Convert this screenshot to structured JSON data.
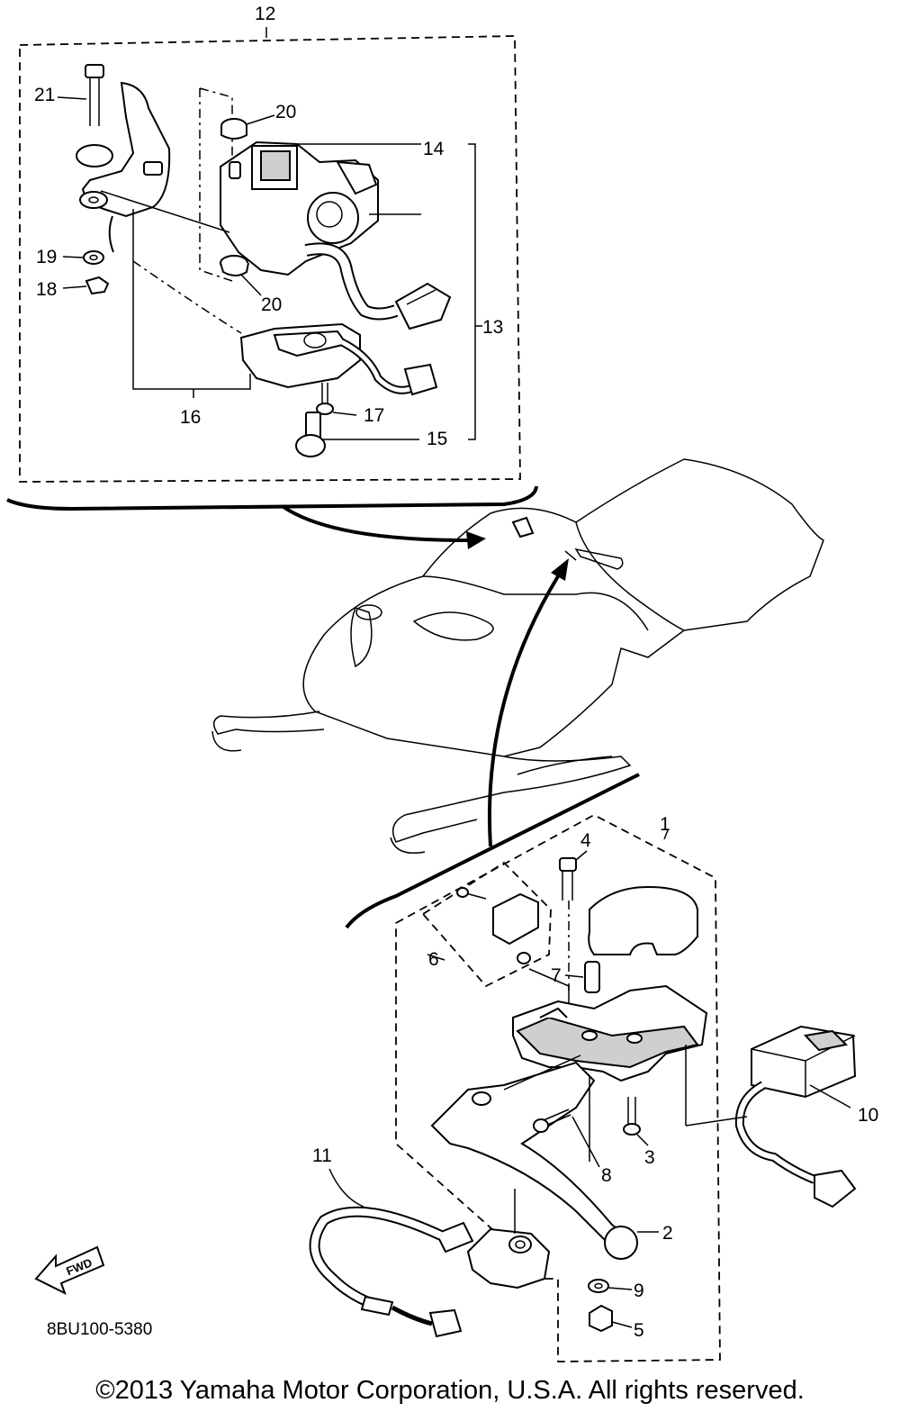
{
  "diagram": {
    "catalog_code": "8BU100-5380",
    "fwd_label": "FWD",
    "copyright": "©2013 Yamaha Motor Corporation, U.S.A. All rights reserved.",
    "callouts": {
      "c1": "1",
      "c2": "2",
      "c3": "3",
      "c4": "4",
      "c5": "5",
      "c6": "6",
      "c7": "7",
      "c8": "8",
      "c9": "9",
      "c10": "10",
      "c11": "11",
      "c12": "12",
      "c13": "13",
      "c14": "14",
      "c15": "15",
      "c16": "16",
      "c17": "17",
      "c18": "18",
      "c19": "19",
      "c20a": "20",
      "c20b": "20",
      "c21": "21"
    }
  }
}
